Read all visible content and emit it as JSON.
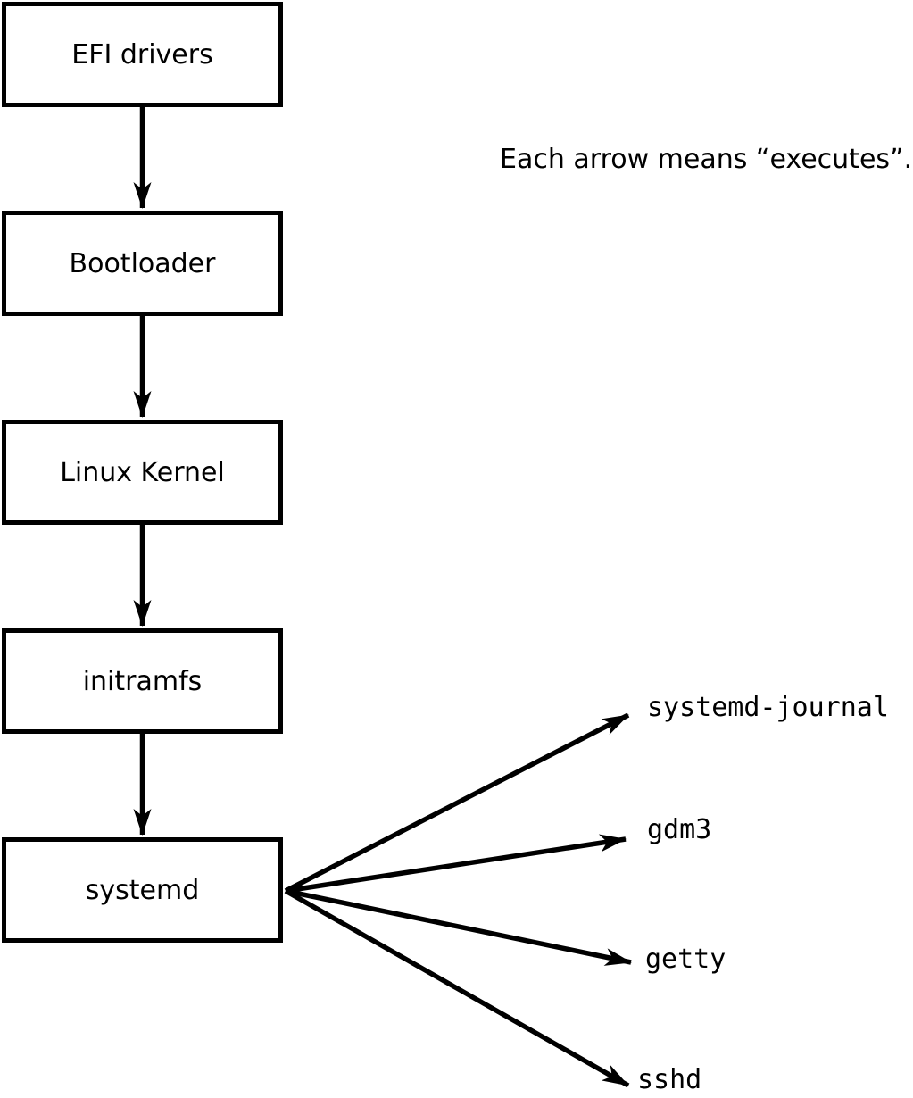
{
  "caption": "Each arrow means “executes”.",
  "chain": [
    {
      "label": "EFI drivers"
    },
    {
      "label": "Bootloader"
    },
    {
      "label": "Linux Kernel"
    },
    {
      "label": "initramfs"
    },
    {
      "label": "systemd"
    }
  ],
  "targets": [
    "systemd-journal",
    "gdm3",
    "getty",
    "sshd"
  ],
  "colors": {
    "line": "#000000",
    "background": "#ffffff"
  }
}
